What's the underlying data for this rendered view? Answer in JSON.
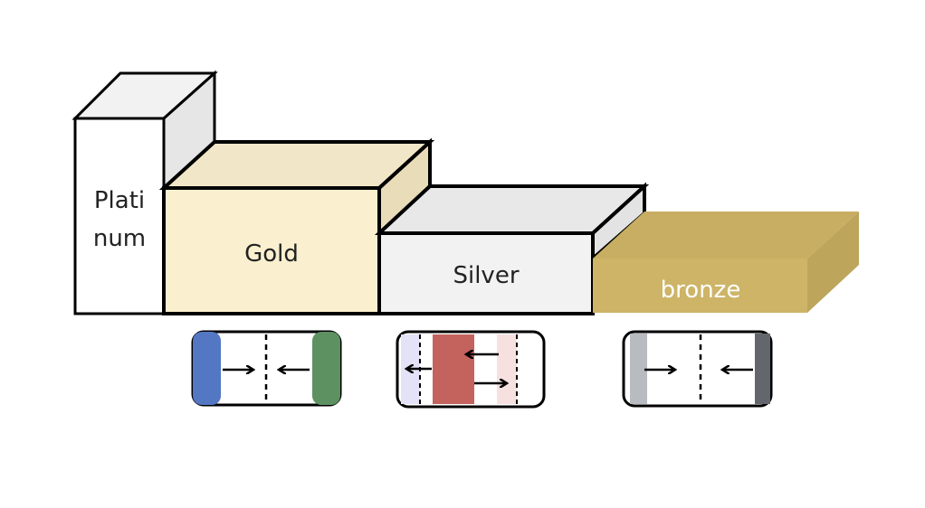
{
  "blocks": {
    "platinum": {
      "label_line1": "Plati",
      "label_line2": "num"
    },
    "gold": {
      "label": "Gold"
    },
    "silver": {
      "label": "Silver"
    },
    "bronze": {
      "label": "bronze"
    }
  },
  "colors": {
    "platinum_front": "#ffffff",
    "platinum_top": "#f2f2f2",
    "platinum_side": "#e6e6e6",
    "gold_front": "#faf0cf",
    "gold_top": "#f1e6c7",
    "gold_side": "#e9dcb9",
    "silver_front": "#f2f2f2",
    "silver_top": "#e8e8e8",
    "silver_side": "#e3e3e3",
    "bronze_front": "#cdb467",
    "bronze_top": "#c8ae62",
    "bronze_side": "#bda55c",
    "blue_bar": "#5477c4",
    "green_bar": "#5e9162",
    "red_bar": "#c4625d",
    "lavender_bar": "#e4e2f7",
    "pink_bar": "#f7e1e0",
    "light_gray_bar": "#b8bbbf",
    "dark_gray_bar": "#63666c"
  },
  "panels": [
    {
      "name": "converging-panel",
      "arrows": [
        "right-arrow",
        "left-arrow"
      ]
    },
    {
      "name": "crossing-panel",
      "arrows": [
        "left-arrow",
        "left-arrow",
        "right-arrow"
      ]
    },
    {
      "name": "gray-converging-panel",
      "arrows": [
        "right-arrow",
        "left-arrow"
      ]
    }
  ]
}
